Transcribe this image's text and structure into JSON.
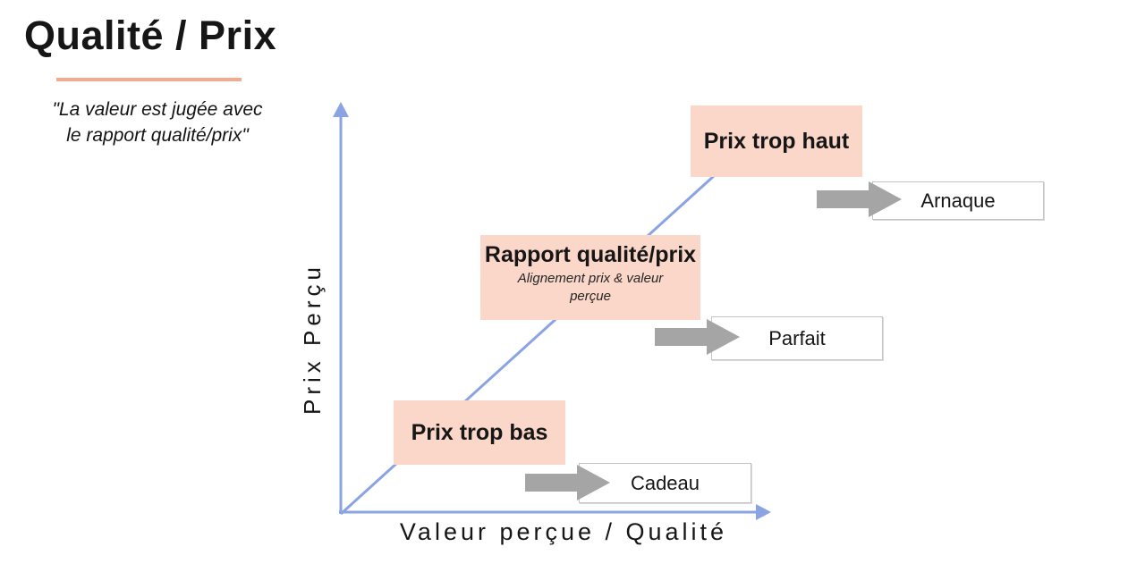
{
  "title": "Qualité / Prix",
  "quote": {
    "line1": "\"La valeur est jugée avec",
    "line2": "le rapport qualité/prix\""
  },
  "axes": {
    "y_label": "Prix Perçu",
    "x_label": "Valeur perçue / Qualité"
  },
  "nodes": {
    "high": {
      "label": "Prix trop haut",
      "result": "Arnaque"
    },
    "mid": {
      "label": "Rapport qualité/prix",
      "sublabel": "Alignement prix & valeur perçue",
      "result": "Parfait"
    },
    "low": {
      "label": "Prix trop bas",
      "result": "Cadeau"
    }
  },
  "colors": {
    "title_underline": "#f6a98f",
    "node_fill": "#fbd7ca",
    "axis_blue": "#8aa4e3",
    "arrow_gray": "#a5a5a5",
    "result_border": "#c4c4c4",
    "text": "#161616"
  }
}
